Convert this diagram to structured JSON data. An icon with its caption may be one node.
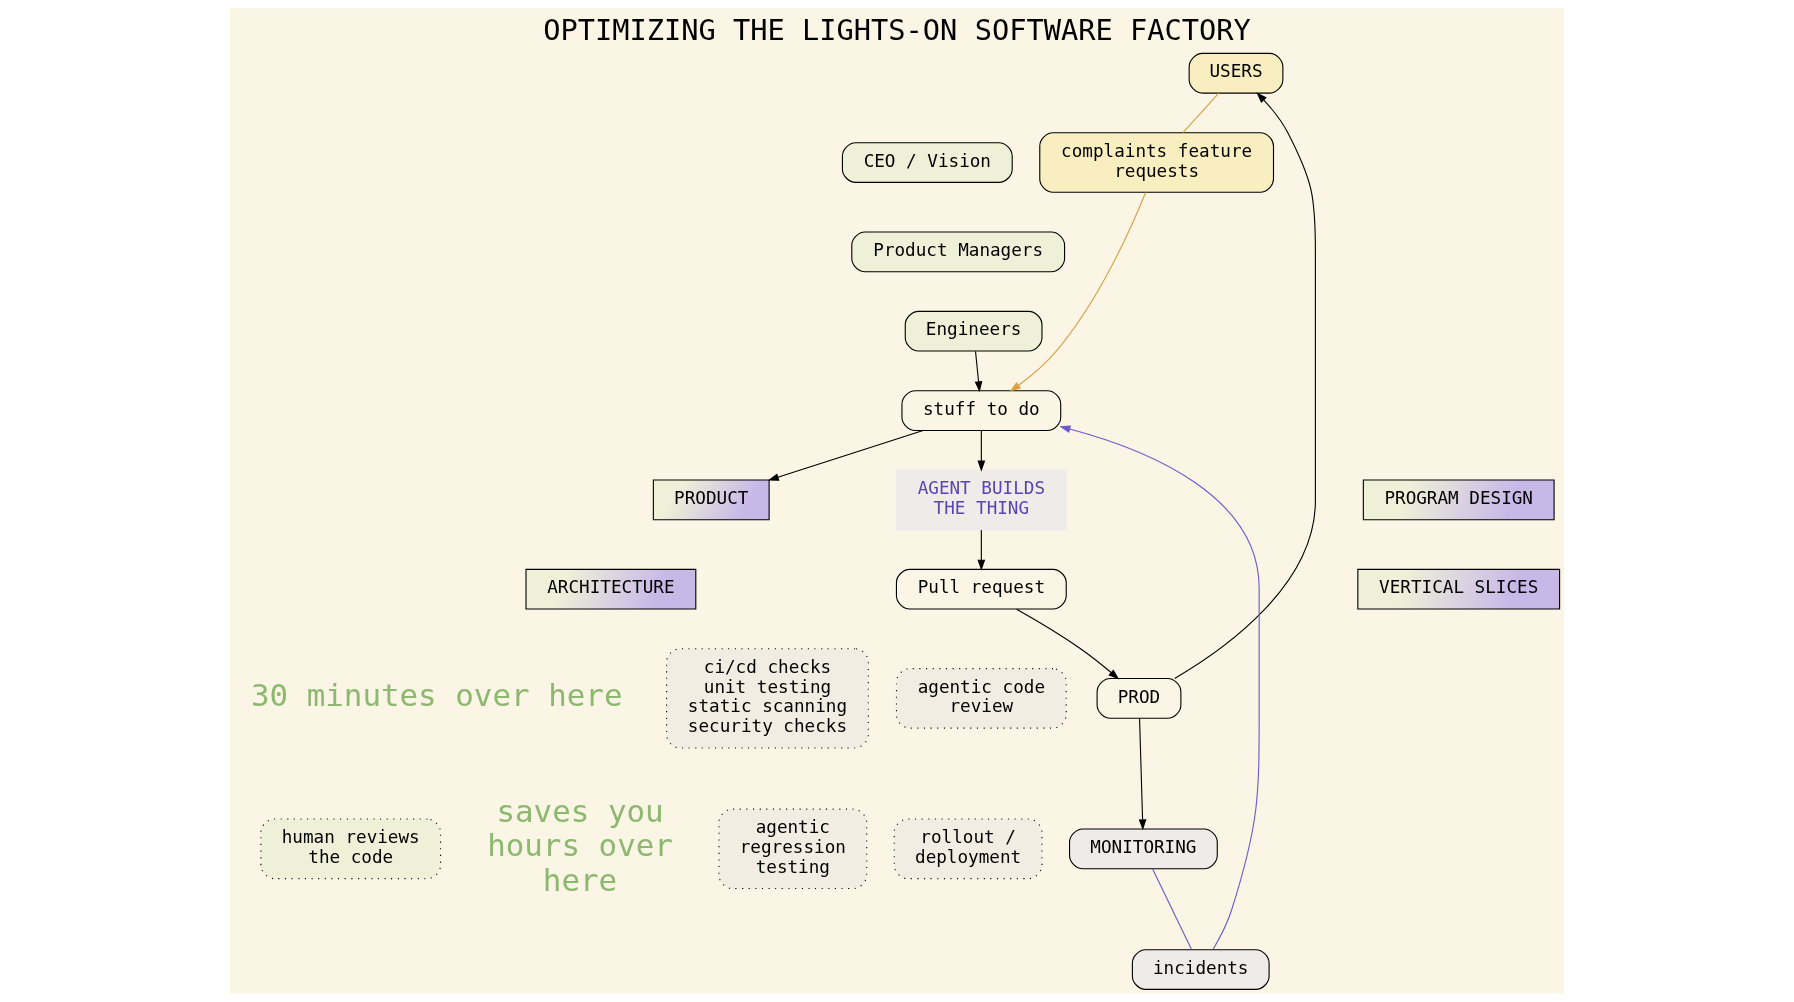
{
  "diagram": {
    "title": "OPTIMIZING THE LIGHTS-ON SOFTWARE FACTORY",
    "nodes": [
      {
        "text": [
          "USERS"
        ]
      },
      {
        "text": [
          "complaints feature requests"
        ]
      },
      {
        "text": [
          "CEO / Vision"
        ]
      },
      {
        "text": [
          "Product Managers"
        ]
      },
      {
        "text": [
          "Engineers"
        ]
      },
      {
        "text": [
          "MONITORING"
        ]
      },
      {
        "text": [
          "PROD"
        ]
      },
      {
        "text": [
          "rollout / deployment"
        ]
      },
      {
        "text": [
          "incidents"
        ]
      },
      {
        "text": [
          "stuff to do"
        ]
      },
      {
        "text": [
          "Pull request"
        ]
      },
      {
        "text": [
          "ci/cd checks unit testing static scanning security checks"
        ]
      },
      {
        "text": [
          "PRODUCT"
        ]
      },
      {
        "text": [
          "PROGRAM DESIGN"
        ]
      },
      {
        "text": [
          "AGENT BUILDS THE THING"
        ]
      },
      {
        "text": [
          "agentic code review"
        ]
      },
      {
        "text": [
          "ARCHITECTURE"
        ]
      },
      {
        "text": [
          "VERTICAL SLICES"
        ]
      },
      {
        "text": [
          "agentic regression testing"
        ]
      },
      {
        "text": [
          "human reviews the code"
        ]
      }
    ],
    "edges": [
      {
        "from": 0,
        "to": 1,
        "arrow": "none",
        "color": "#d9a040"
      },
      {
        "from": 1,
        "to": 9,
        "arrow": "to",
        "color": "#d9a040"
      },
      {
        "from": 5,
        "to": 8,
        "arrow": "none",
        "color": "#6a5acd"
      },
      {
        "from": 8,
        "to": 9,
        "arrow": "to",
        "color": "#6a5acd"
      },
      {
        "from": 4,
        "to": 9,
        "arrow": "to"
      },
      {
        "from": 9,
        "to": 12,
        "arrow": "to"
      },
      {
        "from": 9,
        "to": 14,
        "arrow": "to"
      },
      {
        "from": 14,
        "to": 10,
        "arrow": "to"
      },
      {
        "from": 10,
        "to": 6,
        "arrow": "to"
      },
      {
        "from": 6,
        "to": 0,
        "arrow": "to"
      },
      {
        "from": 6,
        "to": 5,
        "arrow": "to"
      }
    ],
    "labels": [
      "30 minutes over here",
      "saves you hours over here"
    ]
  }
}
